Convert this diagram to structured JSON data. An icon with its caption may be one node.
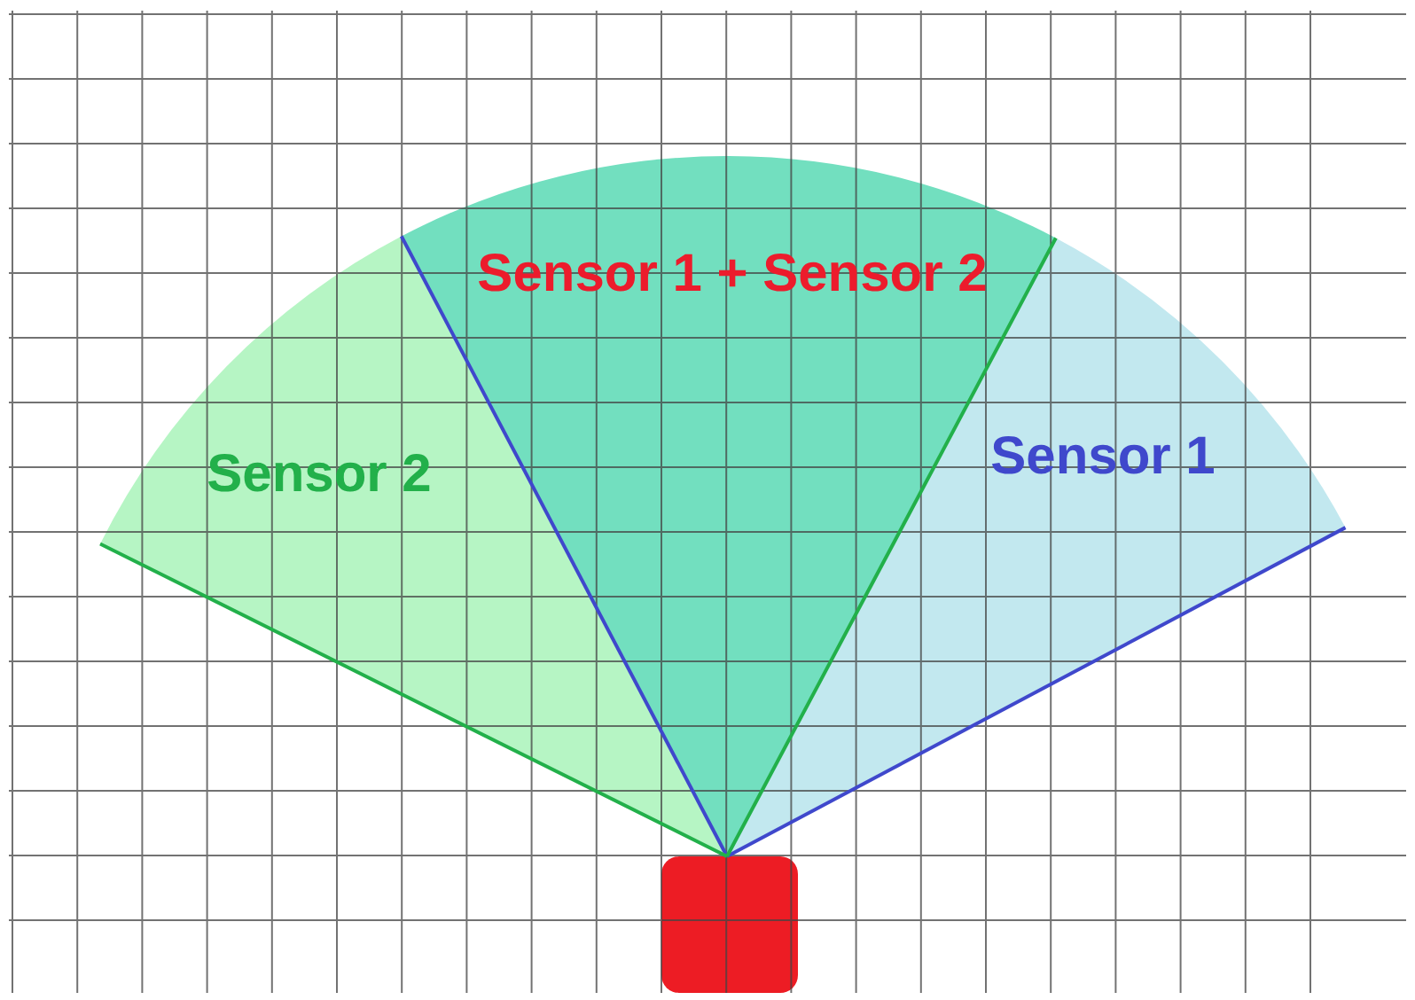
{
  "diagram": {
    "nodes": [
      {
        "text": [
          "Sensor 1 + Sensor 2"
        ]
      },
      {
        "text": [
          "Sensor 2"
        ]
      },
      {
        "text": [
          "Sensor 1"
        ]
      },
      {
        "text": [],
        "shape": "box"
      }
    ]
  }
}
